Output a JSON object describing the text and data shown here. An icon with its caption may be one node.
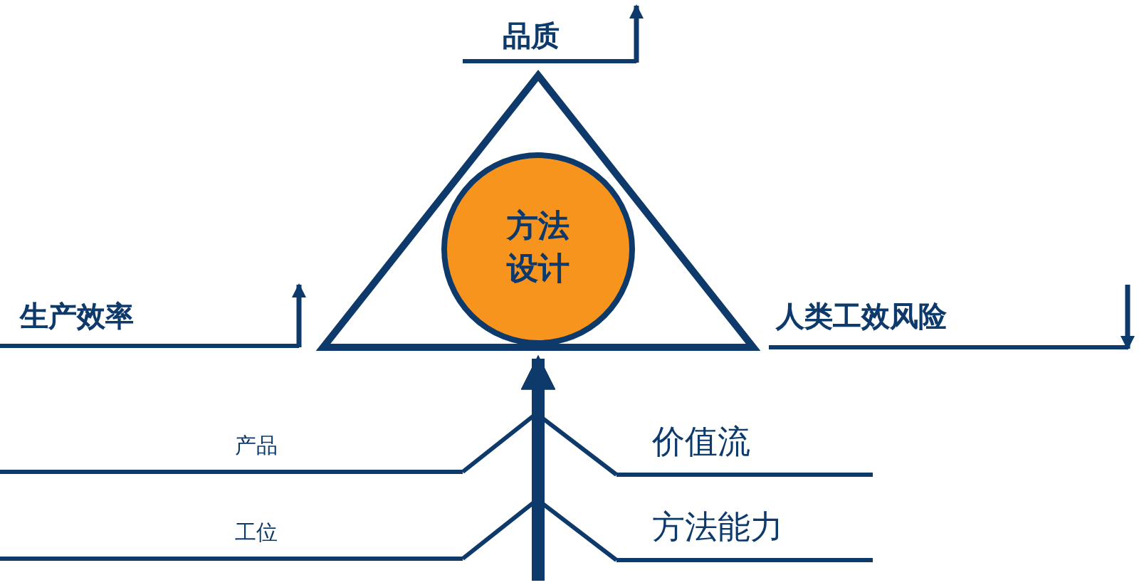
{
  "diagram": {
    "nodes": [
      {
        "text": [],
        "shape": "triangle"
      },
      {
        "text": [
          "方法设计"
        ],
        "in": 0
      },
      {
        "text": [
          "产品"
        ]
      },
      {
        "text": [
          "工位"
        ]
      },
      {
        "text": [
          "价值流"
        ]
      },
      {
        "text": [
          "方法能力"
        ]
      }
    ],
    "edges": [
      {
        "from": null,
        "to": 0,
        "arrow": "to",
        "style": "thick"
      },
      {
        "from": 2,
        "to": 0,
        "arrow": "to"
      },
      {
        "from": 3,
        "to": 0,
        "arrow": "to"
      },
      {
        "from": 4,
        "to": 0,
        "arrow": "to"
      },
      {
        "from": 5,
        "to": 0,
        "arrow": "to"
      }
    ],
    "labels": [
      "品质",
      "生产效率",
      "人类工效风险"
    ]
  }
}
